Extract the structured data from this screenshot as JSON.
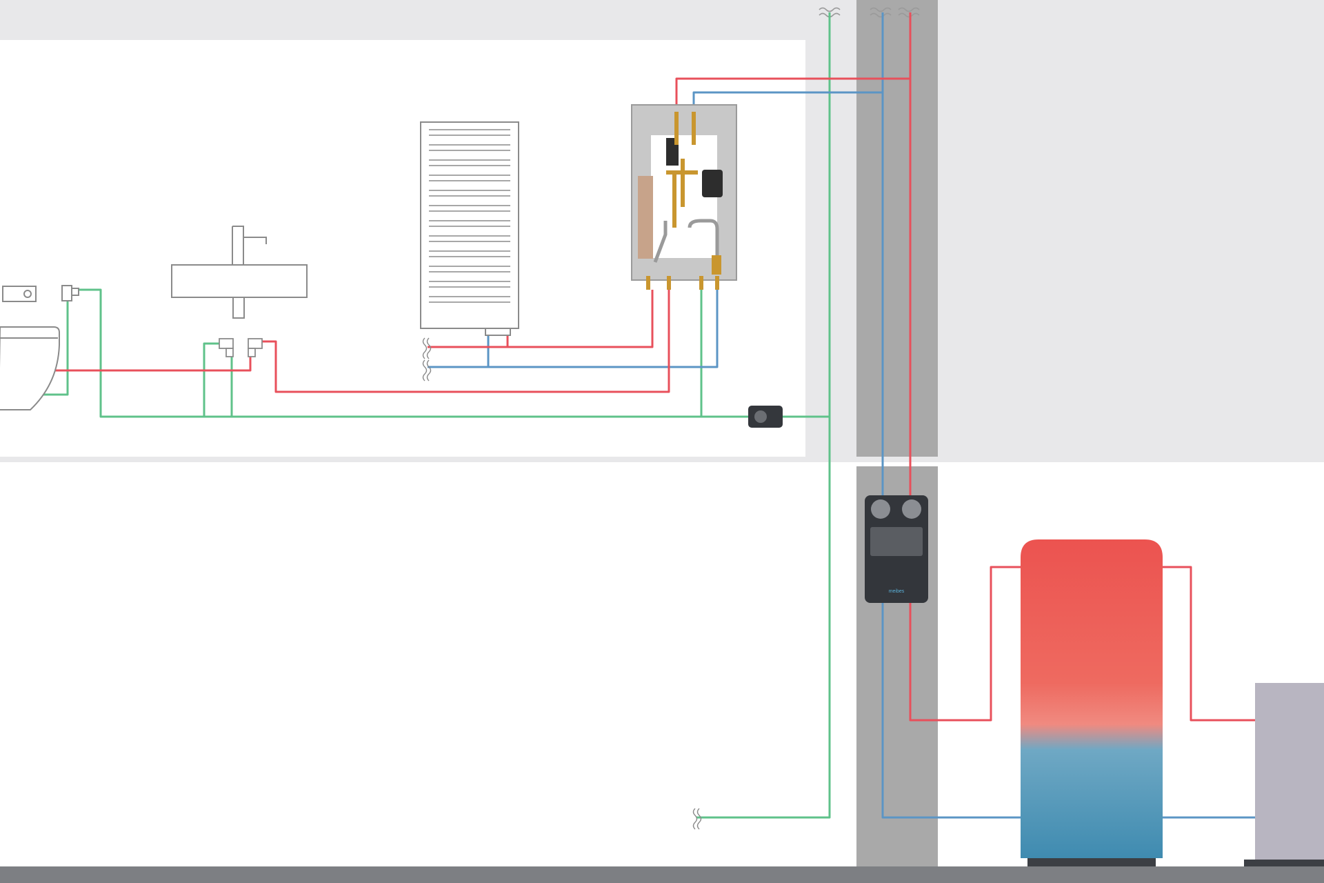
{
  "diagram": {
    "type": "hydraulic-heating-scheme",
    "station_brand": "meibes",
    "colors": {
      "background_light": "#ffffff",
      "background_grey": "#e8e8ea",
      "floor_panel": "#ffffff",
      "shaft": "#a9a9a9",
      "ground_line": "#7d7f83",
      "hot_supply_pipe": "#e8505b",
      "return_pipe": "#5b95c5",
      "cold_water_pipe": "#5fc28a",
      "fixture_outline": "#8a8a8a",
      "station_body": "#33363b",
      "storage_top": "#ec5350",
      "storage_bottom": "#3f8bb0",
      "heat_source": "#b8b5c1",
      "brass": "#c9962f"
    },
    "fixtures": [
      {
        "name": "wc-toilet",
        "icon": "toilet-icon"
      },
      {
        "name": "flush-plate",
        "icon": "flush-button-icon"
      },
      {
        "name": "washbasin",
        "icon": "washbasin-icon"
      },
      {
        "name": "towel-radiator",
        "icon": "radiator-icon"
      },
      {
        "name": "apartment-station",
        "icon": "flat-station-icon"
      },
      {
        "name": "water-meter",
        "icon": "meter-icon"
      },
      {
        "name": "circulation-station",
        "icon": "pump-station-icon"
      },
      {
        "name": "buffer-storage-tank",
        "icon": "storage-tank-icon"
      },
      {
        "name": "heat-generator",
        "icon": "boiler-icon"
      }
    ]
  }
}
